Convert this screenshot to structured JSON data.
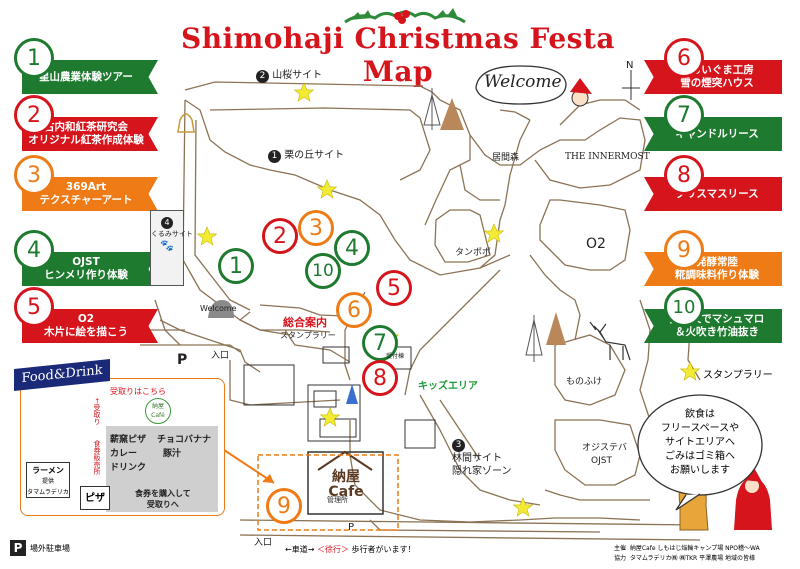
{
  "title": "Shimohaji Christmas Festa Map",
  "left_events": [
    {
      "num": "1",
      "label1": "星山農業体験ツアー",
      "label2": "",
      "color": "green"
    },
    {
      "num": "2",
      "label1": "古内和紅茶研究会",
      "label2": "オリジナル紅茶作成体験",
      "color": "red"
    },
    {
      "num": "3",
      "label1": "369Art",
      "label2": "テクスチャーアート",
      "color": "orange"
    },
    {
      "num": "4",
      "label1": "OJST",
      "label2": "ヒンメリ作り体験",
      "color": "green"
    },
    {
      "num": "5",
      "label1": "O2",
      "label2": "木片に絵を描こう",
      "color": "red"
    }
  ],
  "right_events": [
    {
      "num": "6",
      "label1": "あらいぐま工房",
      "label2": "雪の煙突ハウス",
      "color": "red"
    },
    {
      "num": "7",
      "label1": "キャンドルリース",
      "label2": "",
      "color": "green"
    },
    {
      "num": "8",
      "label1": "クリスマスリース",
      "label2": "",
      "color": "red"
    },
    {
      "num": "9",
      "label1": "発酵常陸",
      "label2": "糀調味料作り体験",
      "color": "orange"
    },
    {
      "num": "10",
      "label1": "焚き火でマシュマロ",
      "label2": "＆火吹き竹油抜き",
      "color": "green"
    }
  ],
  "map_badges": {
    "b1": "1",
    "b2": "2",
    "b3": "3",
    "b4": "4",
    "b5": "5",
    "b6": "6",
    "b7": "7",
    "b8": "8",
    "b9": "9",
    "b10": "10",
    "b9cafe": "9",
    "b9food": "9"
  },
  "sites": {
    "yamazakura_num": "2",
    "yamazakura": "山桜サイト",
    "kurinooka_num": "1",
    "kurinooka": "栗の丘サイト",
    "kurumi_num": "4",
    "kurumi": "くるみサイト",
    "rinkan_num": "3",
    "rinkan1": "林間サイト",
    "rinkan2": "隠れ家ゾーン"
  },
  "areas": {
    "igamori": "居間森",
    "innermost": "THE INNERMOST",
    "tanpopo": "タンポポ",
    "o2": "O2",
    "mononoke": "ものふけ",
    "ojisuteba": "オジステバ",
    "ojst": "OJST",
    "kids": "キッズエリア",
    "info": "総合案内",
    "stamp_rally": "スタンプラリー",
    "uketsuke": "受付棟",
    "welcome_sign": "Welcome",
    "welcome_banner": "Welcome",
    "entrance_top": "入口",
    "entrance_bottom": "入口",
    "kanri": "管理所",
    "p_small": "P",
    "compass_n": "N"
  },
  "cafe": {
    "line1": "納屋",
    "line2": "Cafe"
  },
  "food_drink": {
    "title": "Food&Drink",
    "arrow_label": "受取りはこちら",
    "pickup_vertical": "←受取り",
    "ticket_vertical": "食券販売所",
    "stall_name": "納屋",
    "stall_name2": "Café",
    "menu1": "薪窯ピザ",
    "menu2": "チョコバナナ",
    "menu3": "カレー",
    "menu4": "豚汁",
    "menu5": "ドリンク",
    "ramen": "ラーメン",
    "ramen_by": "提供",
    "ramen_vendor": "タマムラデリカ",
    "pizza": "ピザ",
    "ticket_note1": "食券を購入して",
    "ticket_note2": "受取りへ"
  },
  "legend": {
    "stamp": "スタンプラリー",
    "parking": "P",
    "parking_label": "場外駐車場"
  },
  "notice": [
    "飲食は",
    "フリースペースや",
    "サイトエリアへ",
    "ごみはゴミ箱へ",
    "お願いします"
  ],
  "road": {
    "lane": "←車道→",
    "walk": "＜徐行＞",
    "walk_note": "歩行者がいます！"
  },
  "credits": {
    "host_label": "主催",
    "host": "納屋Cafe しもはじ焔輪キャンプ場 NPO稽〜WA",
    "coop_label": "協力",
    "coop": "タマムラデリカ㈱ ㈱TKR 平澤農場 地域の皆様"
  },
  "colors": {
    "green": "#1e7a2f",
    "red": "#d6141c",
    "orange": "#ee7b16",
    "star": "#f2ea33",
    "navy": "#1a2a78"
  }
}
